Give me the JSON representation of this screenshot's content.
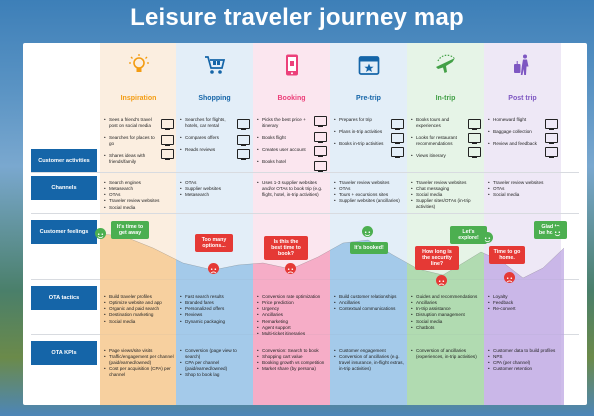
{
  "title": "Leisure traveler journey map",
  "columns": [
    {
      "id": "inspiration",
      "label": "Inspiration",
      "color": "#f39c12",
      "bg": "#fbeee0",
      "icon": "lightbulb-icon"
    },
    {
      "id": "shopping",
      "label": "Shopping",
      "color": "#1565a8",
      "bg": "#e3eef8",
      "icon": "shopping-cart-icon"
    },
    {
      "id": "booking",
      "label": "Booking",
      "color": "#ec407a",
      "bg": "#fbe6ef",
      "icon": "mobile-phone-icon"
    },
    {
      "id": "pretrip",
      "label": "Pre-trip",
      "color": "#1565a8",
      "bg": "#e3eef8",
      "icon": "calendar-star-icon"
    },
    {
      "id": "intrip",
      "label": "In-trip",
      "color": "#43a047",
      "bg": "#e6f4e7",
      "icon": "airplane-icon"
    },
    {
      "id": "posttrip",
      "label": "Post trip",
      "color": "#7e57c2",
      "bg": "#eee8f6",
      "icon": "traveler-luggage-icon"
    }
  ],
  "rows": {
    "activities": "Customer activities",
    "channels": "Channels",
    "feelings": "Customer feelings",
    "tactics": "OTA tactics",
    "kpis": "OTA KPIs"
  },
  "activities": [
    [
      "Sees a friend's travel post on social media",
      "Searches for places to go",
      "Shares ideas with friends/family"
    ],
    [
      "Searches for flights, hotels, car rental",
      "Compares offers",
      "Reads reviews"
    ],
    [
      "Picks the best price + itinerary",
      "Books flight",
      "Creates user account",
      "Books hotel"
    ],
    [
      "Prepares for trip",
      "Plans in-trip activities",
      "Books in-trip activities"
    ],
    [
      "Books tours and experiences",
      "Looks for restaurant recommendations",
      "Views itinerary"
    ],
    [
      "Homeward flight",
      "Baggage collection",
      "Review and feedback"
    ]
  ],
  "channels": [
    [
      "Search engines",
      "Metasearch",
      "OTAs",
      "Traveler review websites",
      "Social media"
    ],
    [
      "OTAs",
      "Supplier websites",
      "Metasearch"
    ],
    [
      "Uses 1-3 supplier websites and/or OTAs to book trip (e.g. flight, hotel, in-trip activities)"
    ],
    [
      "Traveler review websites",
      "OTAs",
      "Tours + excursions sites",
      "Supplier websites (ancillaries)"
    ],
    [
      "Traveler review websites",
      "Chat messaging",
      "Social media",
      "Supplier sites/OTAs (in-trip activities)"
    ],
    [
      "Traveler review websites",
      "OTAs",
      "Social media"
    ]
  ],
  "feelings": [
    {
      "text": "It's time to get away",
      "mood": "good"
    },
    {
      "text": "Too many options...",
      "mood": "bad"
    },
    {
      "text": "Is this the best time to book?",
      "mood": "bad"
    },
    {
      "text": "It's booked!",
      "mood": "good"
    },
    {
      "text": "How long is the security line?",
      "mood": "bad"
    },
    {
      "text": "Let's explore!",
      "mood": "good"
    },
    {
      "text": "Time to go home.",
      "mood": "bad"
    },
    {
      "text": "Glad to be home.",
      "mood": "good"
    }
  ],
  "tactics": [
    [
      "Build traveler profiles",
      "Optimize website and app",
      "Organic and paid search",
      "Destination marketing",
      "Social media"
    ],
    [
      "Fast search results",
      "Branded fares",
      "Personalized offers",
      "Reviews",
      "Dynamic packaging"
    ],
    [
      "Conversion rate optimization",
      "Price prediction",
      "Urgency",
      "Ancillaries",
      "Remarketing",
      "Agent support",
      "Multi-ticket itineraries"
    ],
    [
      "Build customer relationships",
      "Ancillaries",
      "Contextual communications"
    ],
    [
      "Guides and recommendations",
      "Ancillaries",
      "In-trip assistance",
      "Disruption management",
      "Social media",
      "Chatbots"
    ],
    [
      "Loyalty",
      "Feedback",
      "Re-convert"
    ]
  ],
  "kpis": [
    [
      "Page views/site visits",
      "Traffic/engagement per channel (paid/earned/owned)",
      "Cost per acquisition (CPA) per channel"
    ],
    [
      "Conversion (page view to search)",
      "CPA per channel (paid/earned/owned)",
      "Shop to book lag"
    ],
    [
      "Conversion: Search to book",
      "Shopping cart value",
      "Booking growth vs competition",
      "Market share (by persona)"
    ],
    [
      "Customer engagement",
      "Conversion of ancillaries (e.g. travel insurance, in-flight extras, in-trip activities)"
    ],
    [
      "Conversion of ancillaries (experiences, in-trip activities)"
    ],
    [
      "Customer data to build profiles",
      "NPS",
      "CPA (per channel)",
      "Customer retention"
    ]
  ]
}
